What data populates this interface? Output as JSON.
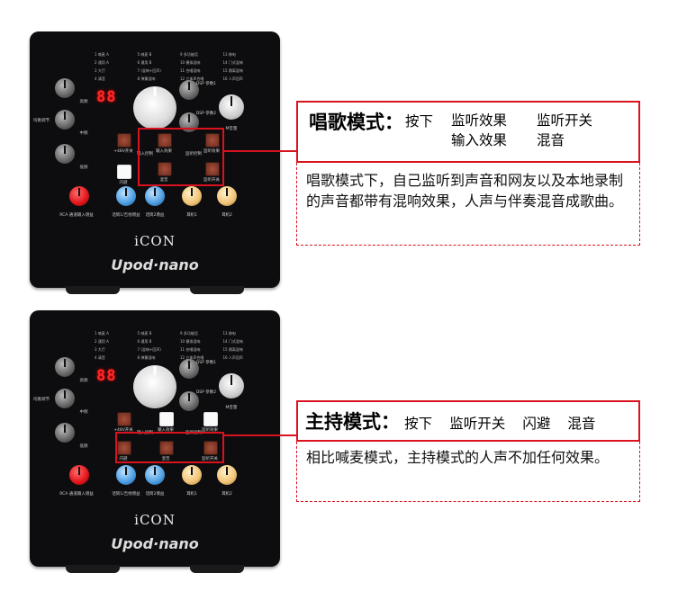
{
  "devices": [
    {
      "display": "88",
      "brand": "iCON",
      "model": "Upod·nano",
      "lit_buttons": [
        "duck"
      ]
    },
    {
      "display": "88",
      "brand": "iCON",
      "model": "Upod·nano",
      "lit_buttons": [
        "input_effect",
        "monitor_effect"
      ]
    }
  ],
  "device_labels": {
    "grid": [
      "1 喊麦 A",
      "5 喊麦 B",
      "9 多功能话",
      "13 移电",
      "2 通用 A",
      "6 通用 B",
      "10 模拟混响",
      "14 门式混响",
      "3 大厅",
      "7 (混响+回声)",
      "11 合唱混响",
      "15 隔离混响",
      "4 清音",
      "8 弹簧混响",
      "12 立体声合唱",
      "16 人声回声"
    ],
    "eq": "均衡调节",
    "high": "高频",
    "mid": "中频",
    "low": "低频",
    "dsp1": "DSP 参数1",
    "dsp2": "DSP 参数2",
    "volume": "M音量",
    "phantom": "+48V开关",
    "duck": "闪避",
    "input_ctrl": "输入控制",
    "input_effect": "输入效果",
    "mix": "混音",
    "monitor_ctrl": "监听控制",
    "monitor_effect": "监听效果",
    "monitor_switch": "监听开关",
    "k1": "RCA 通道输入增益",
    "k2": "话筒1/吉他增益",
    "k3": "话筒2增益",
    "k4": "耳机1",
    "k5": "耳机2"
  },
  "callouts": [
    {
      "title": "唱歌模式：",
      "press": "按下",
      "actions": [
        "监听效果",
        "监听开关",
        "输入效果",
        "混音"
      ],
      "description": "唱歌模式下，自己监听到声音和网友以及本地录制的声音都带有混响效果，人声与伴奏混音成歌曲。"
    },
    {
      "title": "主持模式：",
      "press": "按下",
      "actions": [
        "监听开关",
        "闪避",
        "混音"
      ],
      "description": "相比喊麦模式，主持模式的人声不加任何效果。"
    }
  ],
  "colors": {
    "accent": "#d9121f",
    "panel": "#0d0d0f"
  }
}
